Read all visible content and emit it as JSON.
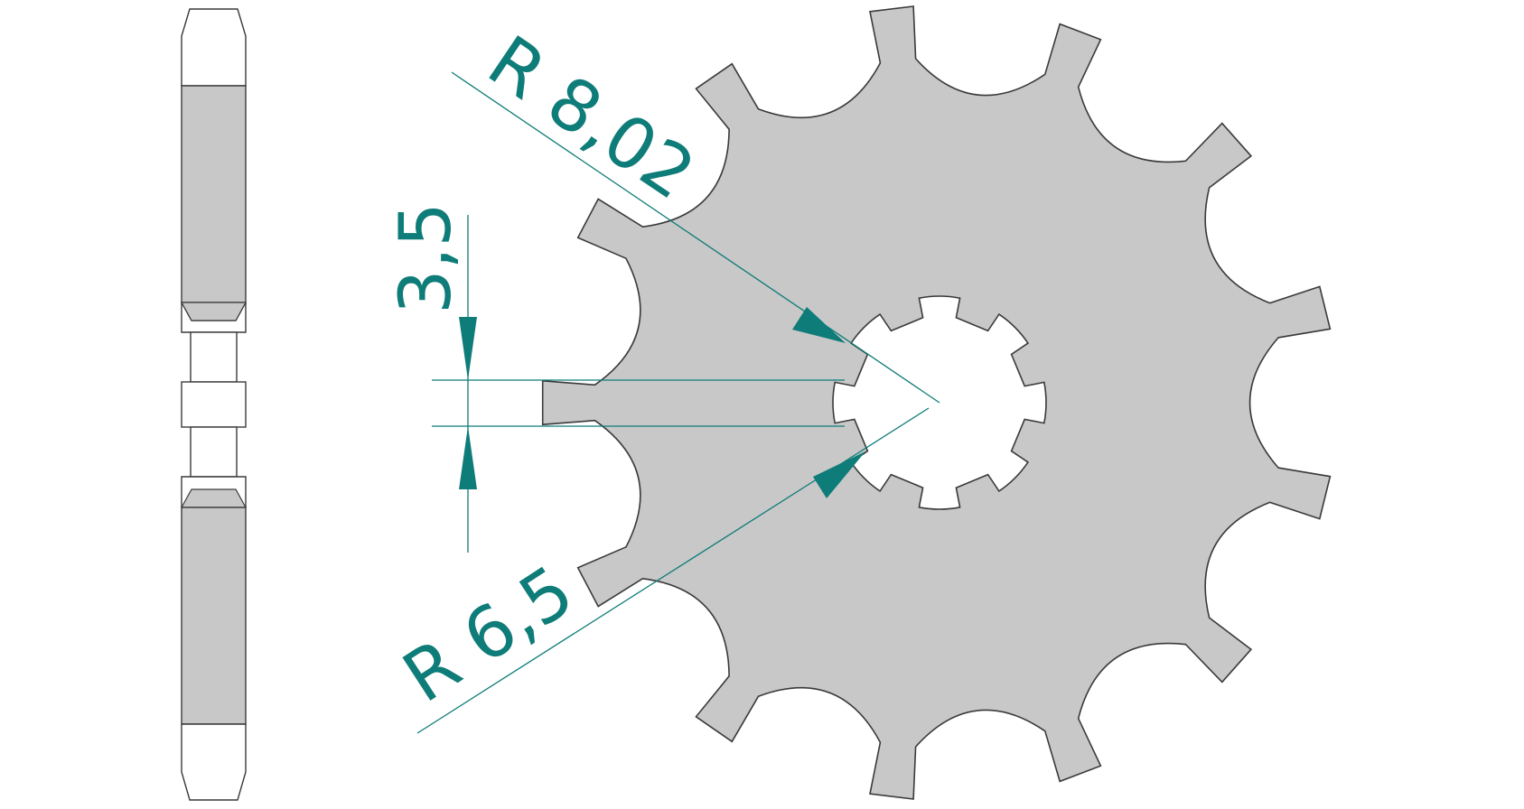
{
  "drawing": {
    "subject": "front sprocket",
    "teeth": 13,
    "colors": {
      "part_fill": "#c8c8c8",
      "outline": "#3a3a3a",
      "dimension": "#0e7c78",
      "background": "#ffffff"
    },
    "dimensions": {
      "outer_radius_label": "R 8,02",
      "inner_radius_label": "R 6,5",
      "spline_width_label": "3,5"
    }
  }
}
